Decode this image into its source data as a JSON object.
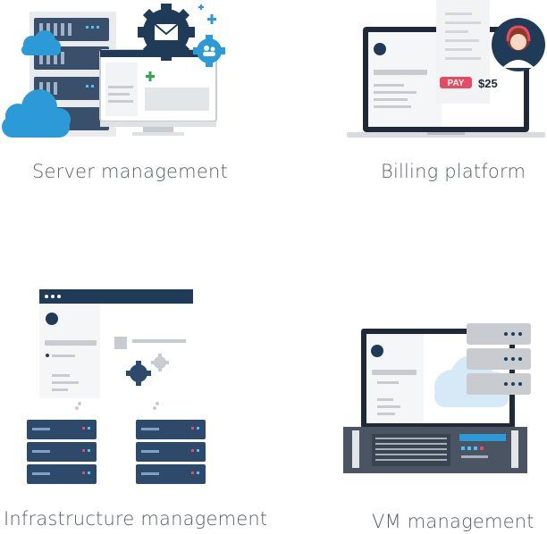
{
  "tiles": [
    {
      "caption": "Server management",
      "icons": [
        "server-rack-icon",
        "cloud-icon",
        "gear-icon",
        "mail-icon",
        "users-icon",
        "plus-icon",
        "monitor-icon"
      ]
    },
    {
      "caption": "Billing platform",
      "icons": [
        "laptop-icon",
        "receipt-icon",
        "support-agent-avatar-icon"
      ],
      "pay_label": "PAY",
      "amount": "$25"
    },
    {
      "caption": "Infrastructure management",
      "icons": [
        "browser-window-icon",
        "gear-icon",
        "server-rack-icon"
      ]
    },
    {
      "caption": "VM management",
      "icons": [
        "monitor-icon",
        "cloud-icon",
        "server-stack-icon",
        "rack-unit-icon"
      ]
    }
  ],
  "colors": {
    "navy": "#1f3b57",
    "blue": "#2b9ad6",
    "cloud": "#d6e9f6",
    "red": "#e84a5f",
    "rack": "#2d4a6b",
    "gray": "#c8ccd1"
  }
}
